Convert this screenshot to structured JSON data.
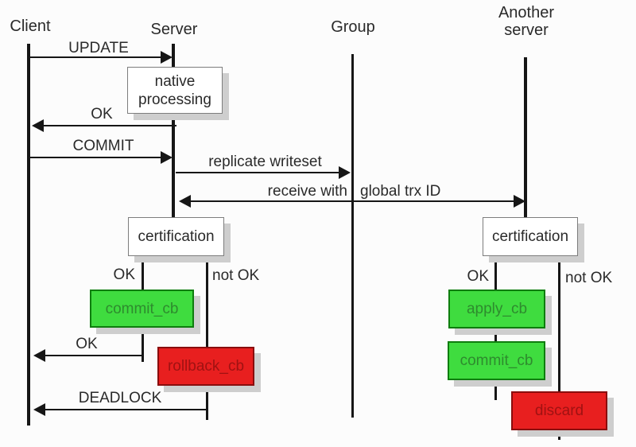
{
  "actors": {
    "client": "Client",
    "server": "Server",
    "group": "Group",
    "another_line1": "Another",
    "another_line2": "server"
  },
  "messages": {
    "update": "UPDATE",
    "ok_reply": "OK",
    "commit": "COMMIT",
    "replicate": "replicate writeset",
    "receive_left": "receive with",
    "receive_right": "global trx ID",
    "ok_final": "OK",
    "deadlock": "DEADLOCK"
  },
  "activities": {
    "native_line1": "native",
    "native_line2": "processing",
    "certification_left": "certification",
    "certification_right": "certification",
    "commit_cb_left": "commit_cb",
    "rollback_cb": "rollback_cb",
    "apply_cb": "apply_cb",
    "commit_cb_right": "commit_cb",
    "discard": "discard"
  },
  "branches": {
    "ok_left": "OK",
    "not_ok_left": "not OK",
    "ok_right": "OK",
    "not_ok_right": "not OK"
  },
  "colors": {
    "success_fill": "#3fdc3f",
    "success_border": "#0e7d0e",
    "success_text": "#2e8b2e",
    "failure_fill": "#e81f1f",
    "failure_border": "#8a0d0d",
    "failure_text": "#a01212",
    "line": "#161616",
    "box_border": "#7d7d7d",
    "shadow": "#cecece",
    "background": "#fcfcfc"
  }
}
